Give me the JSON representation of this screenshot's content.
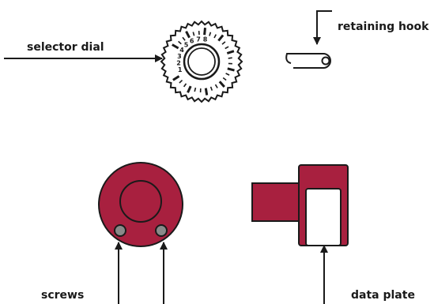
{
  "labels": {
    "selector_dial": "selector dial",
    "retaining_hook": "retaining hook",
    "screws": "screws",
    "data_plate": "data plate"
  },
  "dial_numbers": [
    "1",
    "2",
    "3",
    "4",
    "5",
    "6",
    "7",
    "8"
  ],
  "colors": {
    "accent": "#a8203f",
    "line": "#1a1a1a",
    "screw": "#8a8a8a",
    "background": "#ffffff"
  },
  "icons": [
    "selector-dial-icon",
    "retaining-hook-icon",
    "screw-cap-icon",
    "data-plate-part-icon"
  ]
}
